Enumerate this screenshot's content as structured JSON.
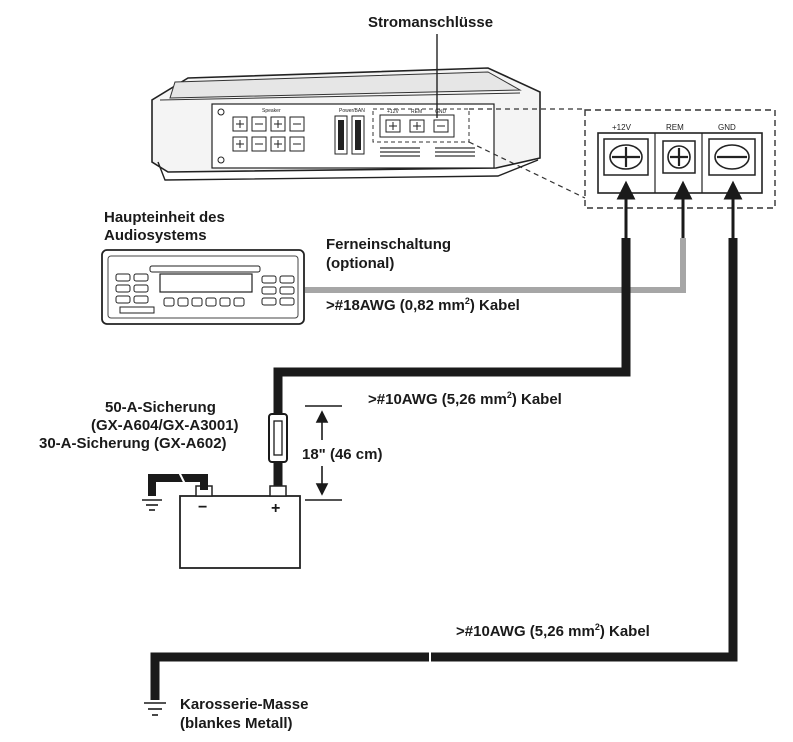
{
  "labels": {
    "power_connections": "Stromanschlüsse",
    "head_unit_line1": "Haupteinheit des",
    "head_unit_line2": "Audiosystems",
    "remote_line1": "Ferneinschaltung",
    "remote_line2": "(optional)",
    "remote_cable_prefix": ">#18AWG (0,82 mm",
    "remote_cable_sup": "2",
    "remote_cable_suffix": ") Kabel",
    "power_cable_prefix": ">#10AWG (5,26 mm",
    "power_cable_sup": "2",
    "power_cable_suffix": ") Kabel",
    "ground_cable_prefix": ">#10AWG (5,26 mm",
    "ground_cable_sup": "2",
    "ground_cable_suffix": ") Kabel",
    "fuse_line1": "50-A-Sicherung",
    "fuse_line2": "(GX-A604/GX-A3001)",
    "fuse_line3": "30-A-Sicherung (GX-A602)",
    "distance": "18\" (46 cm)",
    "chassis_line1": "Karosserie-Masse",
    "chassis_line2": "(blankes Metall)",
    "battery_minus": "−",
    "battery_plus": "+"
  },
  "terminals": {
    "plus12v": "+12V",
    "rem": "REM",
    "gnd": "GND"
  },
  "amp_small": {
    "speaker": "Speaker",
    "power": "Power/BAN",
    "plus12v": "+12V",
    "rem": "REM",
    "gnd": "GND"
  },
  "colors": {
    "wire_heavy": "#1a1a1a",
    "wire_remote": "#a6a6a6",
    "outline": "#222222",
    "device_fill": "#f3f3f3"
  }
}
